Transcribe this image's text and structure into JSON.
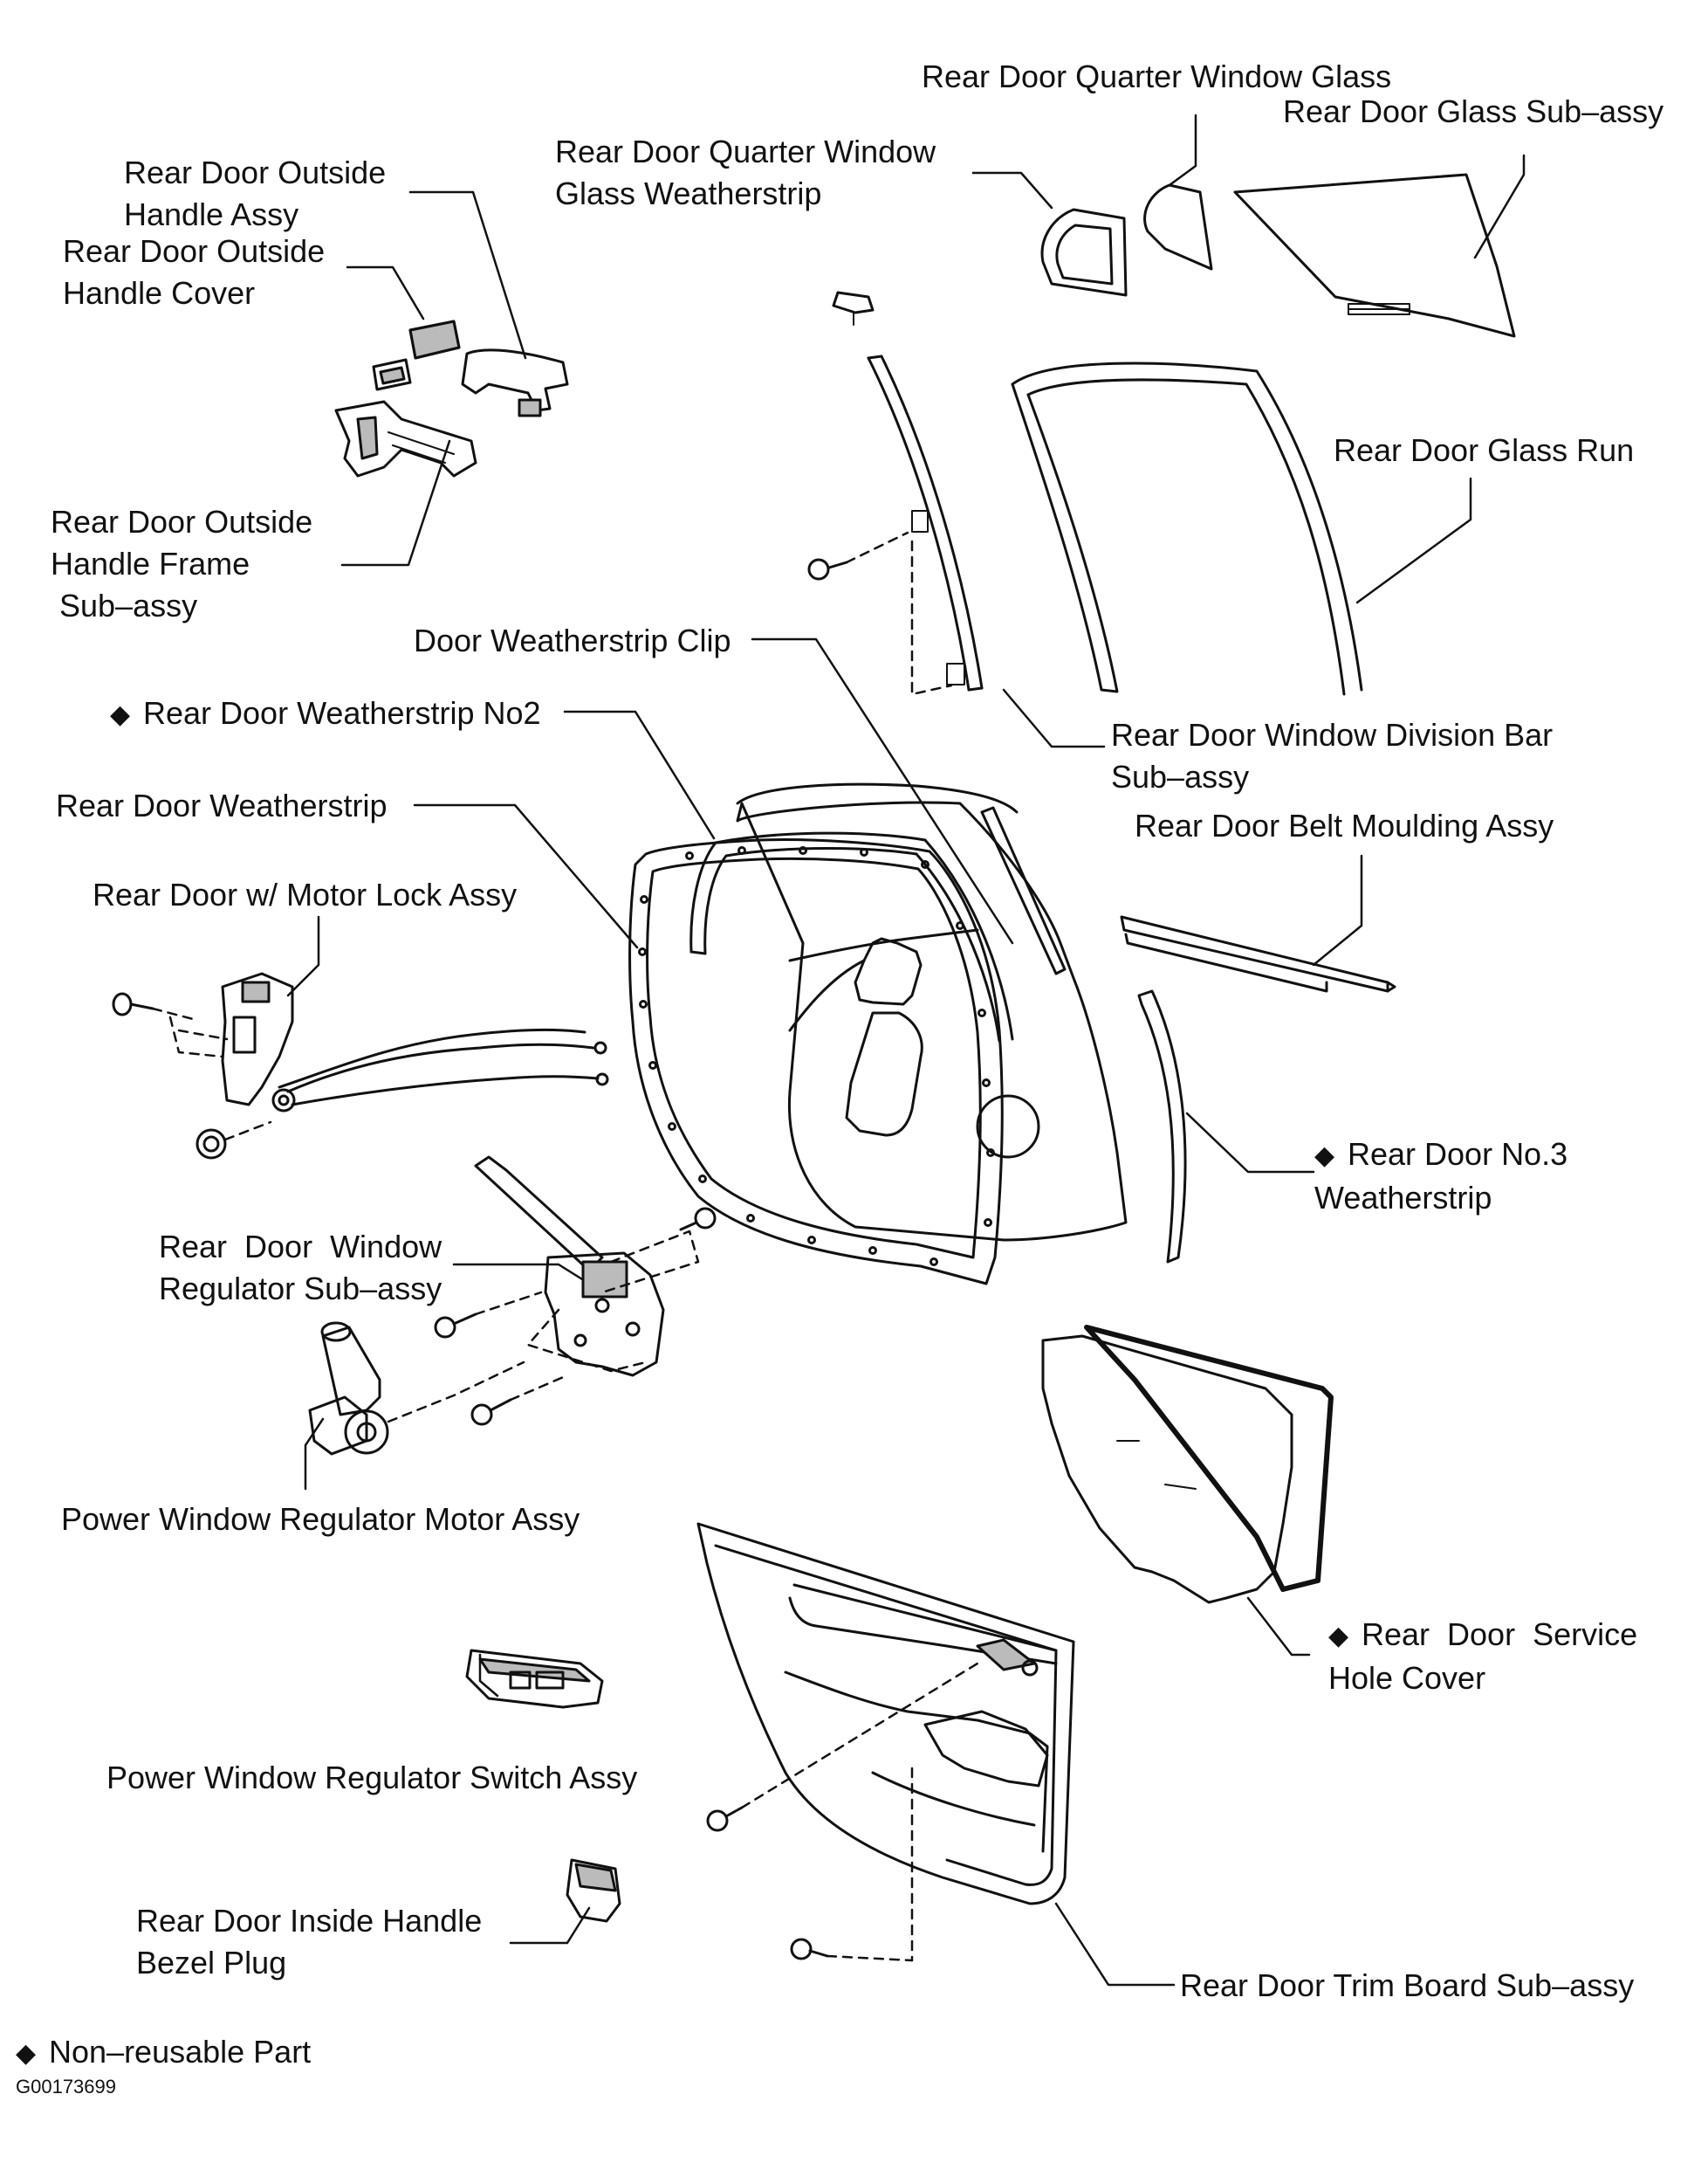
{
  "labels": {
    "quarter_window_glass": "Rear Door Quarter Window Glass",
    "glass_sub_assy": "Rear Door Glass Sub–assy",
    "quarter_window_weatherstrip": "Rear Door Quarter Window\nGlass Weatherstrip",
    "outside_handle_assy": "Rear Door Outside\nHandle Assy",
    "outside_handle_cover": "Rear Door Outside\nHandle Cover",
    "glass_run": "Rear Door Glass Run",
    "outside_handle_frame": "Rear Door Outside\nHandle Frame\n Sub–assy",
    "weatherstrip_clip": "Door Weatherstrip Clip",
    "weatherstrip_no2": "Rear Door Weatherstrip No2",
    "division_bar": "Rear Door Window Division Bar\nSub–assy",
    "weatherstrip": "Rear Door Weatherstrip",
    "belt_moulding": "Rear Door Belt Moulding Assy",
    "motor_lock": "Rear Door w/ Motor Lock Assy",
    "no3_weatherstrip": "Rear Door No.3\nWeatherstrip",
    "window_regulator": "Rear  Door  Window\nRegulator Sub–assy",
    "regulator_motor": "Power Window Regulator Motor Assy",
    "service_hole_cover": "Rear  Door  Service\nHole Cover",
    "regulator_switch": "Power Window Regulator Switch Assy",
    "inside_handle_bezel_plug": "Rear Door Inside Handle\nBezel Plug",
    "trim_board": "Rear Door Trim Board Sub–assy"
  },
  "legend": {
    "symbol": "◆",
    "text": "Non–reusable Part"
  },
  "figure_code": "G00173699"
}
